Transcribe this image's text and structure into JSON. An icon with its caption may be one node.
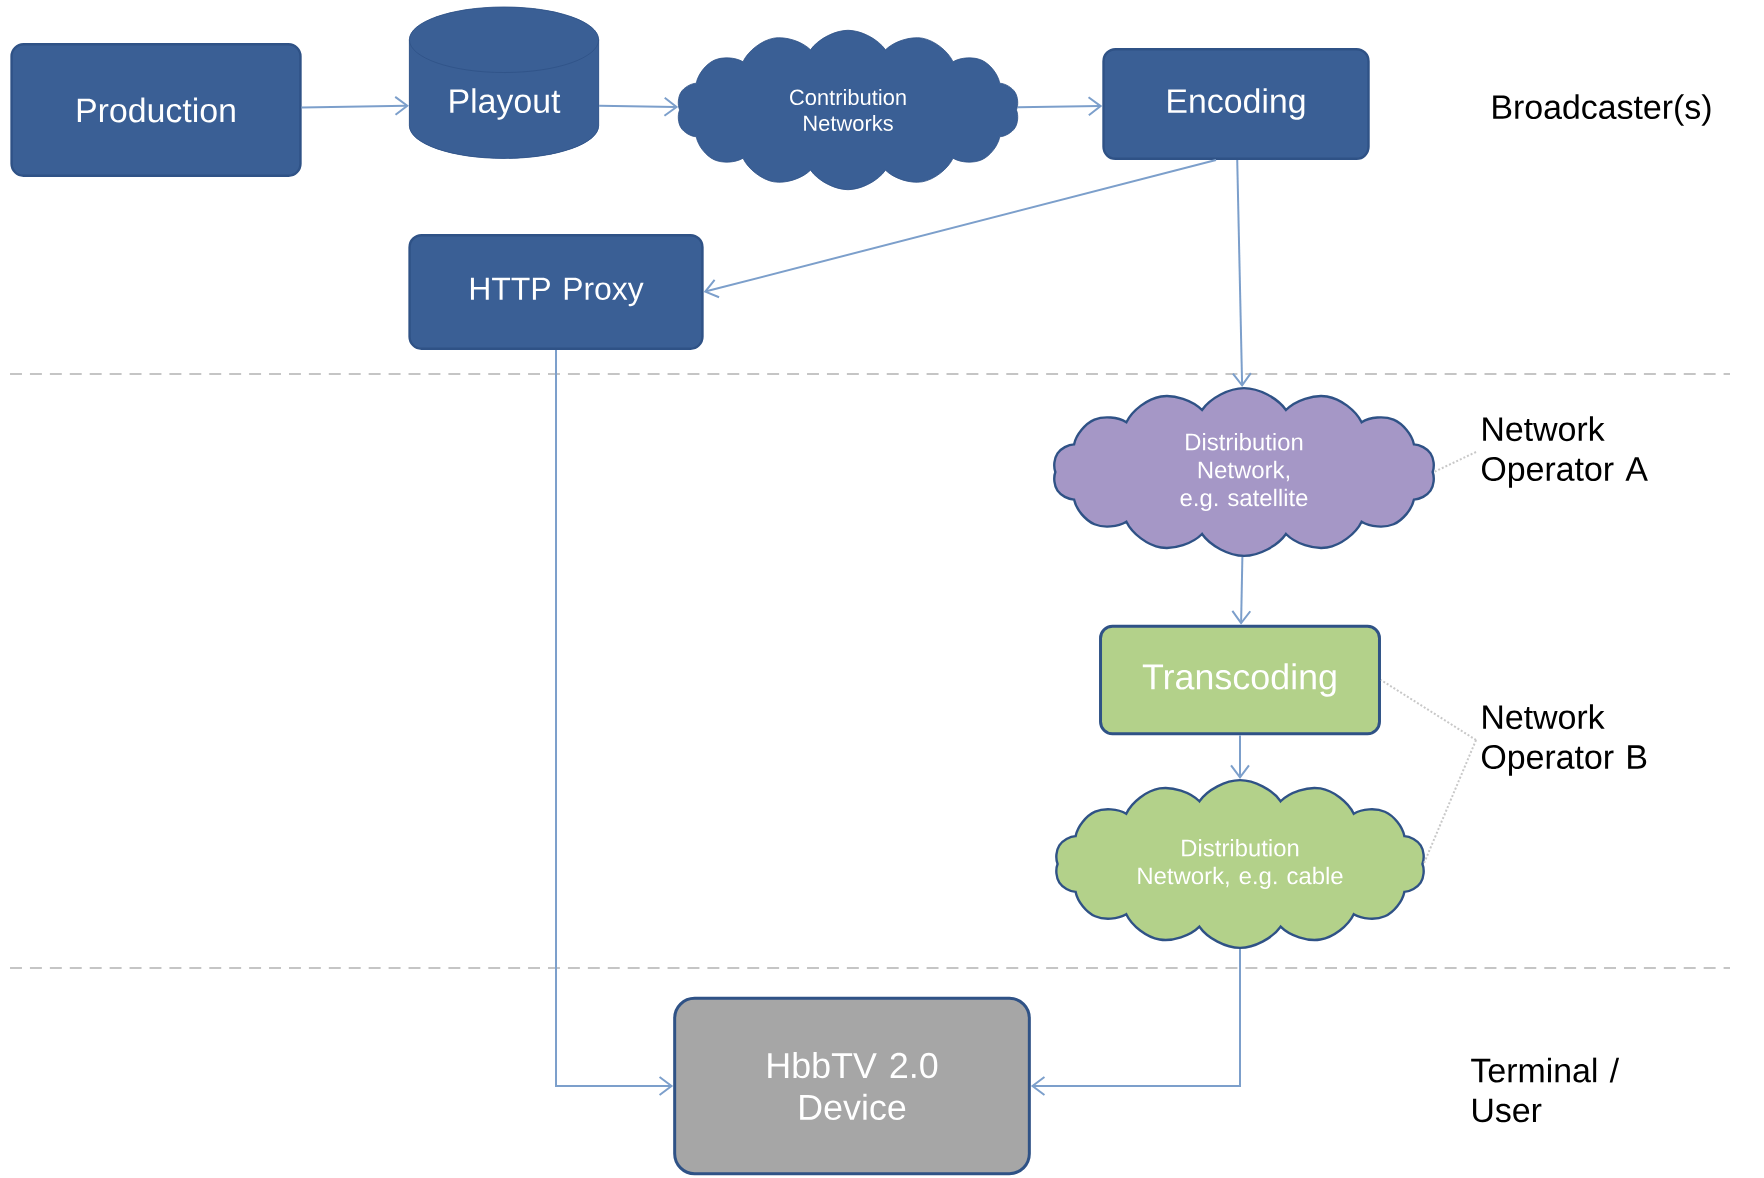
{
  "diagram": {
    "nodes": [
      {
        "text": [
          "Production"
        ]
      },
      {
        "text": [
          "Playout"
        ]
      },
      {
        "text": [
          "Contribution Networks"
        ]
      },
      {
        "text": [
          "Encoding"
        ]
      },
      {
        "text": [
          "HTTP Proxy"
        ]
      },
      {
        "text": [
          "Distribution Network, e.g. satellite"
        ]
      },
      {
        "text": [
          "Transcoding"
        ]
      },
      {
        "text": [
          "Distribution Network, e.g. cable"
        ]
      },
      {
        "text": [
          "HbbTV 2.0 Device"
        ]
      },
      {
        "text": [
          "Network Operator A"
        ]
      },
      {
        "text": [
          "Network Operator B"
        ]
      }
    ],
    "edges": [
      {
        "from": 0,
        "to": 1,
        "arrow": "to"
      },
      {
        "from": 1,
        "to": 2,
        "arrow": "to"
      },
      {
        "from": 2,
        "to": 3,
        "arrow": "to"
      },
      {
        "from": 3,
        "to": 4,
        "arrow": "to"
      },
      {
        "from": 3,
        "to": 5,
        "arrow": "to"
      },
      {
        "from": 5,
        "to": 6,
        "arrow": "to"
      },
      {
        "from": 6,
        "to": 7,
        "arrow": "to"
      },
      {
        "from": 7,
        "to": 8,
        "arrow": "to"
      },
      {
        "from": 4,
        "to": 8,
        "arrow": "to"
      },
      {
        "from": 9,
        "to": 5,
        "arrow": "none",
        "style": "dashed",
        "color": "#c8c8c8"
      },
      {
        "from": 10,
        "to": 6,
        "arrow": "none",
        "style": "dashed",
        "color": "#c8c8c8"
      },
      {
        "from": 10,
        "to": 7,
        "arrow": "none",
        "style": "dashed",
        "color": "#c8c8c8"
      }
    ],
    "labels": [
      "Broadcaster(s)",
      "Terminal / User"
    ]
  }
}
